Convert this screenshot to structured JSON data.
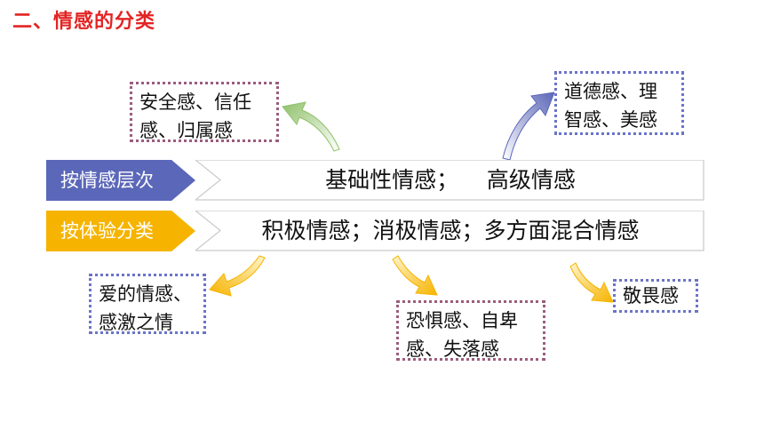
{
  "title": "二、情感的分类",
  "rows": [
    {
      "label": "按情感层次",
      "content": "基础性情感；    高级情感",
      "color": "#5b67b8"
    },
    {
      "label": "按体验分类",
      "content": "积极情感；消极情感；多方面混合情感",
      "color": "#f6b400"
    }
  ],
  "boxes": {
    "security": [
      "安全感、信任",
      "感、归属感"
    ],
    "moral": [
      "道德感、理",
      "智感、美感"
    ],
    "love": [
      "爱的情感、",
      "感激之情"
    ],
    "fear": [
      "恐惧感、自卑",
      "感、失落感"
    ],
    "awe": [
      "敬畏感"
    ]
  },
  "colors": {
    "title": "#e32424",
    "green_arrow": "#8fc16a",
    "blue_arrow": "#5b67b8",
    "yellow_arrow": "#f6b400"
  }
}
